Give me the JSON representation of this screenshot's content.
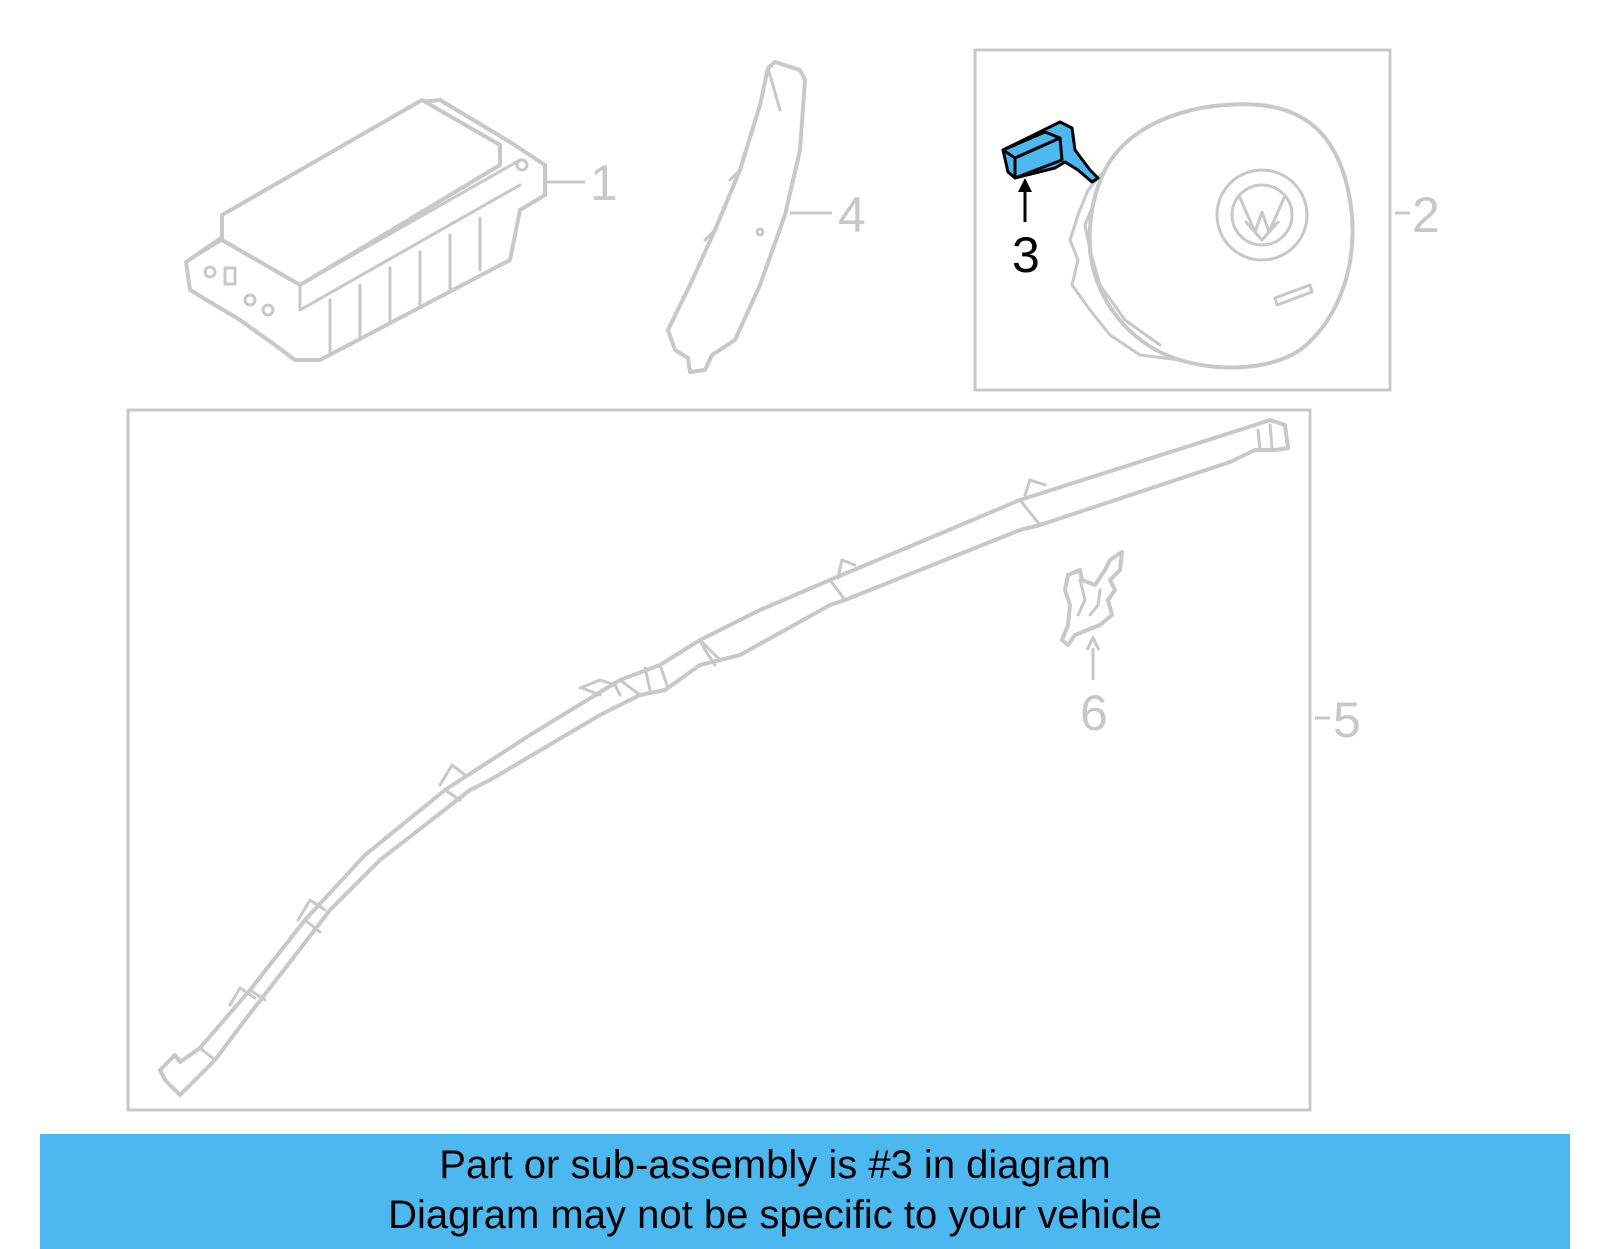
{
  "callouts": {
    "part1": "1",
    "part2": "2",
    "part3": "3",
    "part4": "4",
    "part5": "5",
    "part6": "6"
  },
  "highlight": {
    "part": "3",
    "color": "#4cb8ef"
  },
  "banner": {
    "line1": "Part or sub-assembly is #3 in diagram",
    "line2": "Diagram may not be specific to your vehicle",
    "background": "#4cb8ef"
  }
}
